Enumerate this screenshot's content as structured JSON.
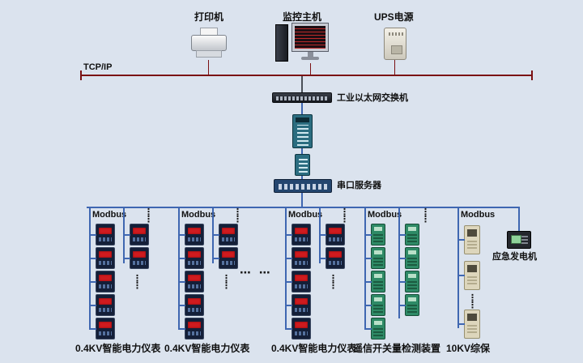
{
  "colors": {
    "background": "#dbe3ee",
    "tcp_bus": "#7b1113",
    "modbus_bus": "#3f67b1"
  },
  "labels": {
    "tcp": "TCP/IP",
    "printer": "打印机",
    "host": "监控主机",
    "ups": "UPS电源",
    "switch": "工业以太网交换机",
    "serial": "串口服务器",
    "generator": "应急发电机"
  },
  "bus_labels": [
    "Modbus",
    "Modbus",
    "Modbus",
    "Modbus",
    "Modbus"
  ],
  "group_labels": [
    "0.4KV智能电力仪表",
    "0.4KV智能电力仪表",
    "0.4KV智能电力仪表",
    "遥信开关量检测装置",
    "10KV综保"
  ],
  "ellipsis": {
    "h": "⋯ ⋯",
    "v": "⋮\n⋮"
  }
}
